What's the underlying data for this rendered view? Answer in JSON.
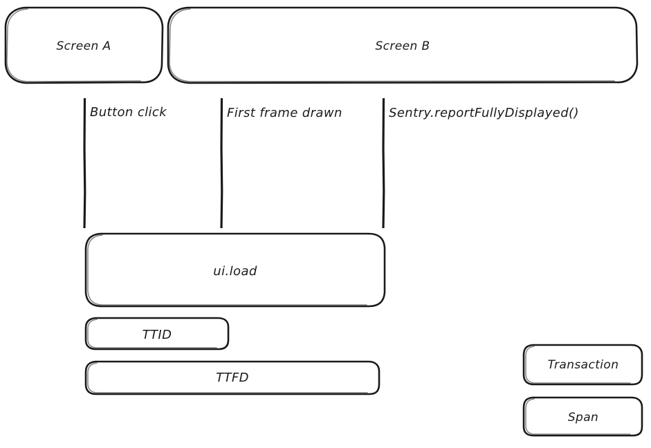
{
  "diagram": {
    "title": "Mobile screen load timeline",
    "background_color": "#ffffff",
    "stroke_color": "#1a1a1a",
    "transaction_color": "#b2f2bb",
    "span_color": "#a5d8ff"
  },
  "screens": [
    {
      "label": "Screen A"
    },
    {
      "label": "Screen B"
    }
  ],
  "markers": [
    {
      "label": "Button click"
    },
    {
      "label": "First frame drawn"
    },
    {
      "label": "Sentry.reportFullyDisplayed()"
    }
  ],
  "bars": [
    {
      "label": "ui.load",
      "kind": "transaction"
    },
    {
      "label": "TTID",
      "kind": "span"
    },
    {
      "label": "TTFD",
      "kind": "span"
    }
  ],
  "legend": [
    {
      "label": "Transaction",
      "kind": "transaction"
    },
    {
      "label": "Span",
      "kind": "span"
    }
  ]
}
